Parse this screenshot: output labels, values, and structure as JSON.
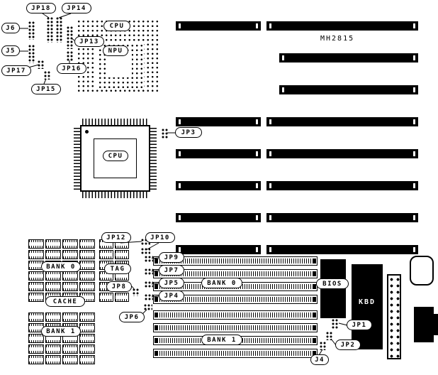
{
  "board": {
    "model": "MH2815",
    "labels": {
      "jp18": "JP18",
      "jp14": "JP14",
      "j6": "J6",
      "j5": "J5",
      "jp17": "JP17",
      "jp15": "JP15",
      "jp13": "JP13",
      "jp16": "JP16",
      "cpu_socket": "CPU",
      "npu": "NPU",
      "cpu_chip": "CPU",
      "jp3": "JP3",
      "jp12": "JP12",
      "jp10": "JP10",
      "jp9": "JP9",
      "jp7": "JP7",
      "jp5": "JP5",
      "jp4": "JP4",
      "jp8": "JP8",
      "jp6": "JP6",
      "tag": "TAG",
      "bank0_cache": "BANK 0",
      "cache": "CACHE",
      "bank1_cache": "BANK 1",
      "bank0_simm": "BANK 0",
      "bank1_simm": "BANK 1",
      "bios": "BIOS",
      "kbd": "KBD",
      "jp1": "JP1",
      "jp2": "JP2",
      "j4": "J4"
    }
  }
}
